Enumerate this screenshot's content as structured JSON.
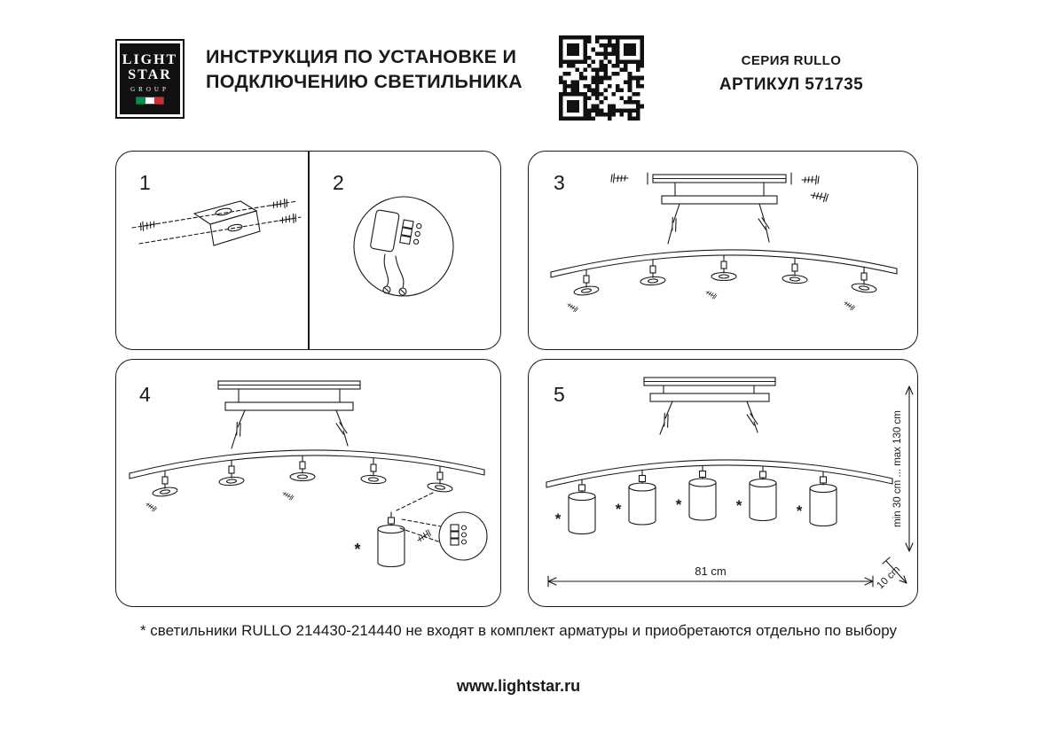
{
  "header": {
    "logo": {
      "line1": "LIGHT",
      "line2": "STAR",
      "line3": "GROUP"
    },
    "title_line1": "ИНСТРУКЦИЯ ПО УСТАНОВКЕ И",
    "title_line2": "ПОДКЛЮЧЕНИЮ СВЕТИЛЬНИКА",
    "series_label": "СЕРИЯ RULLO",
    "article_label": "АРТИКУЛ 571735"
  },
  "steps": [
    "1",
    "2",
    "3",
    "4",
    "5"
  ],
  "dimensions": {
    "width": "81 cm",
    "height_range": "min 30 cm ... max 130 cm",
    "offset": "10 cm",
    "lamp_marker": "*"
  },
  "footer": {
    "note": "* светильники RULLO 214430-214440 не входят в комплект арматуры и приобретаются отдельно по выбору",
    "website": "www.lightstar.ru"
  }
}
